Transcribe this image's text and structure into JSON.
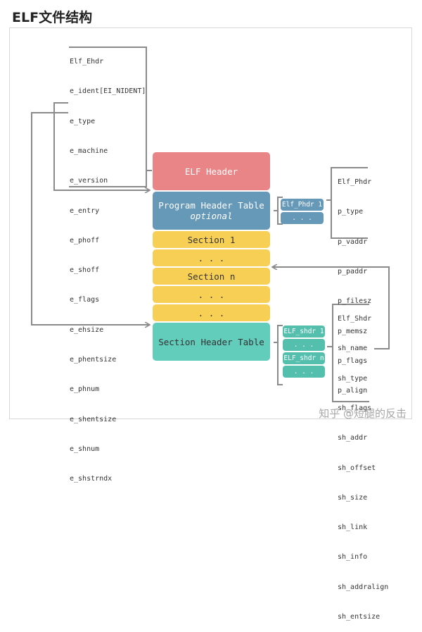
{
  "title": "ELF文件结构",
  "elf_ehdr": {
    "header": "Elf_Ehdr",
    "fields": [
      "e_ident[EI_NIDENT]",
      "e_type",
      "e_machine",
      "e_version",
      "e_entry",
      "e_phoff",
      "e_shoff",
      "e_flags",
      "e_ehsize",
      "e_phentsize",
      "e_phnum",
      "e_shentsize",
      "e_shnum",
      "e_shstrndx"
    ]
  },
  "blocks": {
    "elf_header": "ELF Header",
    "pht_line1": "Program Header Table",
    "pht_line2": "optional",
    "section1": "Section 1",
    "dots1": ". . .",
    "section_n": "Section n",
    "dots2": ". . .",
    "dots3": ". . .",
    "sht": "Section Header Table"
  },
  "phdr_boxes": {
    "first": "Elf_Phdr 1",
    "dots": ". . ."
  },
  "shdr_boxes": {
    "first": "ELF_shdr 1",
    "dots1": ". . .",
    "n": "ELF_shdr n",
    "dots2": ". . ."
  },
  "elf_phdr": {
    "header": "Elf_Phdr",
    "fields": [
      "p_type",
      "p_vaddr",
      "p_paddr",
      "p_filesz",
      "p_memsz",
      "p_flags",
      "p_align"
    ]
  },
  "elf_shdr": {
    "header": "Elf_Shdr",
    "fields": [
      "sh_name",
      "sh_type",
      "sh_flags",
      "sh_addr",
      "sh_offset",
      "sh_size",
      "sh_link",
      "sh_info",
      "sh_addralign",
      "sh_entsize"
    ]
  },
  "watermark": "知乎 @短腿的反击",
  "colors": {
    "header": "#e98587",
    "pht": "#6698b8",
    "section": "#f8cf55",
    "sht": "#63cdbc",
    "small_box": "#55bfae",
    "line": "#8a8a8a"
  }
}
